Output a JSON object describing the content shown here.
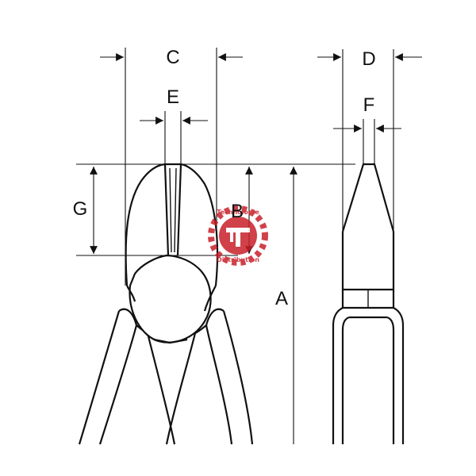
{
  "diagram": {
    "labels": {
      "A": "A",
      "B": "B",
      "C": "C",
      "D": "D",
      "E": "E",
      "F": "F",
      "G": "G"
    },
    "watermark": {
      "top_text": "Technologie",
      "bottom_text": "Distribution",
      "color": "#c8202a"
    }
  }
}
